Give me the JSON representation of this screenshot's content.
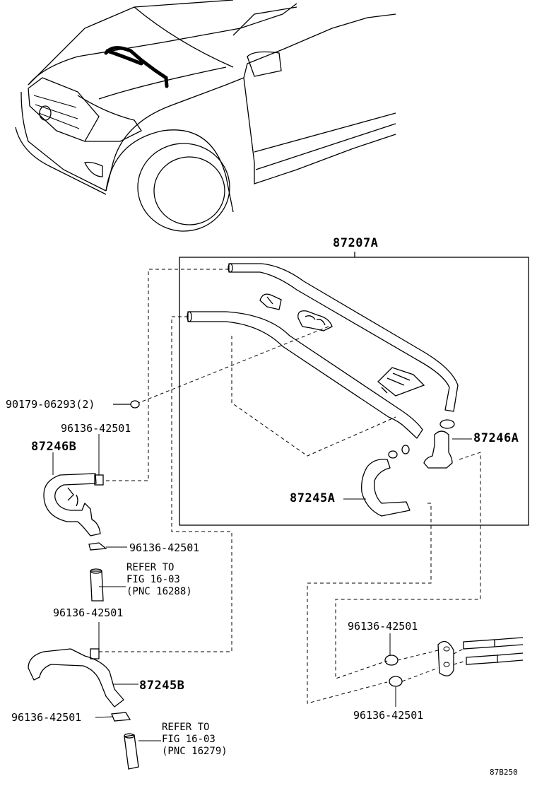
{
  "labels": {
    "assy_87207A": "87207A",
    "hose_87246A": "87246A",
    "hose_87246B": "87246B",
    "hose_87245A": "87245A",
    "hose_87245B": "87245B",
    "clip_90179": "90179-06293(2)",
    "clamp_b_top": "96136-42501",
    "clamp_b_bottom": "96136-42501",
    "clamp_mid": "96136-42501",
    "clamp_lower": "96136-42501",
    "clamp_right_top": "96136-42501",
    "clamp_right_bottom": "96136-42501",
    "diagram_code": "87B250"
  },
  "refer_1": {
    "line1": "REFER TO",
    "line2": "FIG 16-03",
    "line3": "(PNC 16288)"
  },
  "refer_2": {
    "line1": "REFER TO",
    "line2": "FIG 16-03",
    "line3": "(PNC 16279)"
  }
}
